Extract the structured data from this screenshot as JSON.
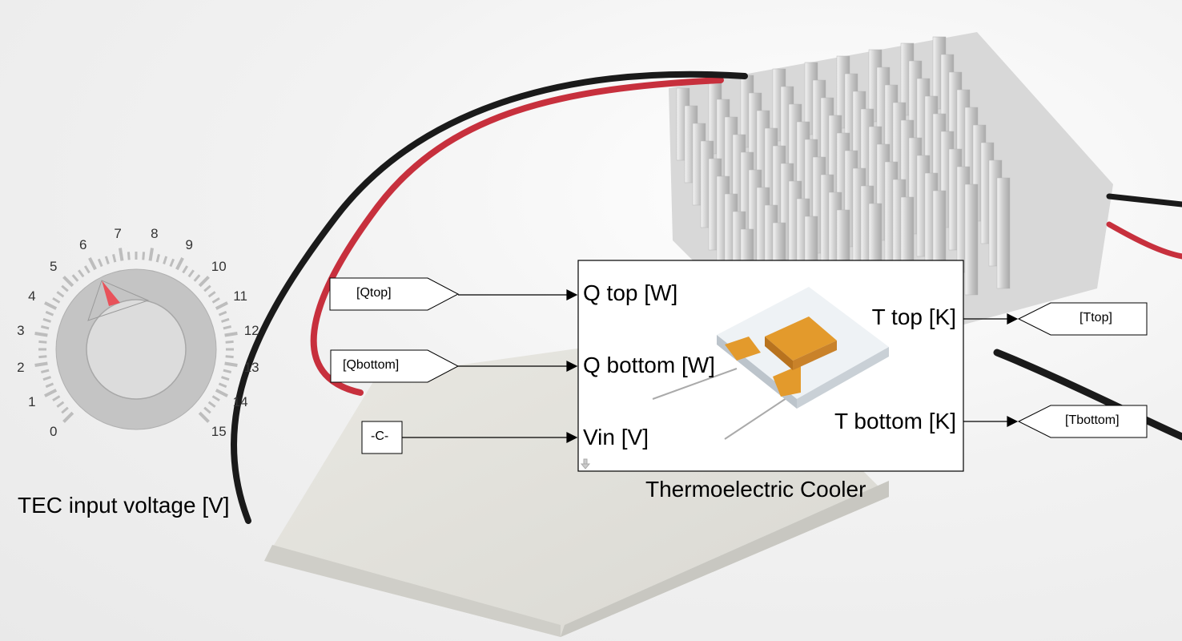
{
  "knob": {
    "label": "TEC input voltage [V]",
    "min": 0,
    "max": 15,
    "value": 6.5,
    "tick_labels": [
      "0",
      "1",
      "2",
      "3",
      "4",
      "5",
      "6",
      "7",
      "8",
      "9",
      "10",
      "11",
      "12",
      "13",
      "14",
      "15"
    ],
    "pointer_color": "#e8525a"
  },
  "inputs": {
    "qtop_tag": "[Qtop]",
    "qbottom_tag": "[Qbottom]",
    "constant": "-C-"
  },
  "block": {
    "title": "Thermoelectric Cooler",
    "in_ports": [
      "Q top [W]",
      "Q bottom [W]",
      "Vin [V]"
    ],
    "out_ports": [
      "T top [K]",
      "T bottom [K]"
    ]
  },
  "outputs": {
    "ttop_tag": "[Ttop]",
    "tbottom_tag": "[Tbottom]"
  },
  "colors": {
    "wire_red": "#c7303d",
    "wire_black": "#1a1a1a",
    "peltier_orange": "#e39a2c"
  }
}
